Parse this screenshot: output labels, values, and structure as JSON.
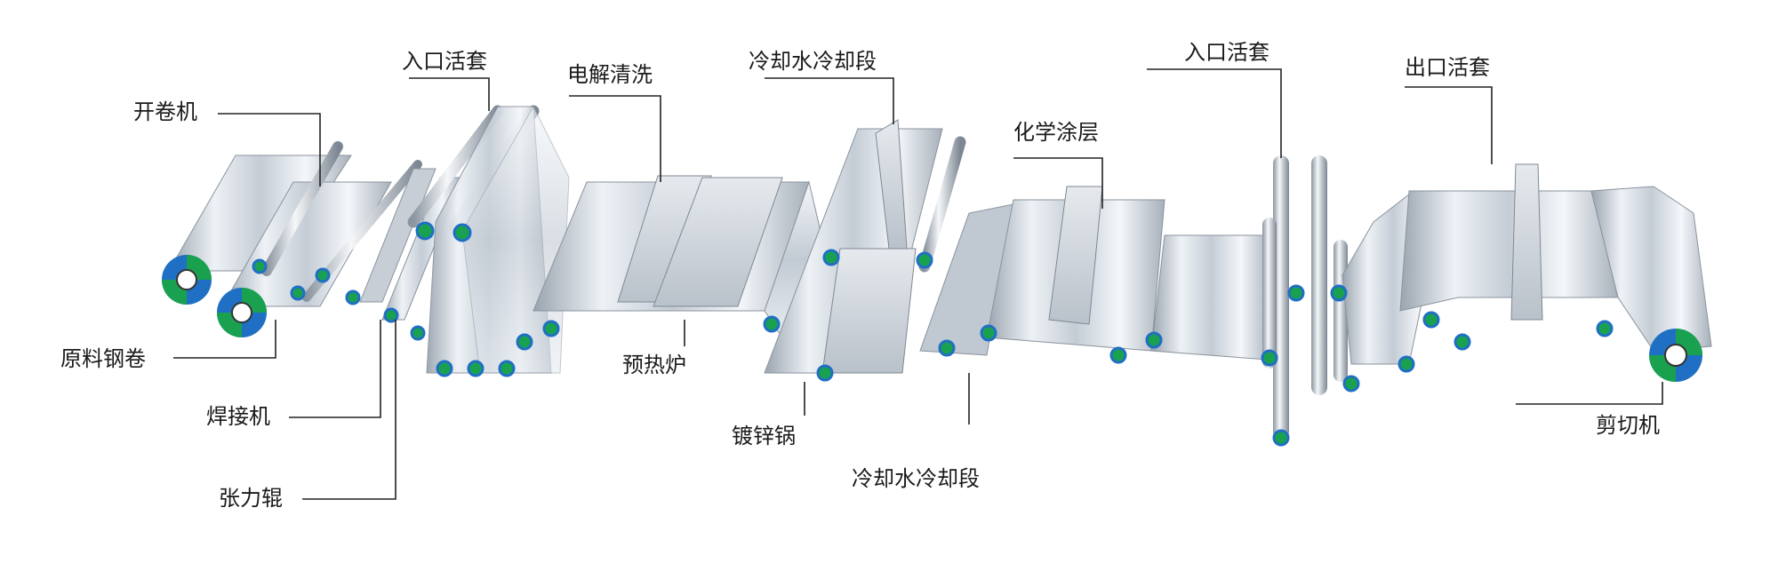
{
  "labels": {
    "uncoiler": "开卷机",
    "raw_coil": "原料钢卷",
    "welder": "焊接机",
    "tension_roll": "张力辊",
    "entry_looper_1": "入口活套",
    "electrolytic_cleaning": "电解清洗",
    "preheat_furnace": "预热炉",
    "water_cooling_1": "冷却水冷却段",
    "galvanizing_pot": "镀锌锅",
    "water_cooling_2": "冷却水冷却段",
    "chemical_coating": "化学涂层",
    "entry_looper_2": "入口活套",
    "exit_looper": "出口活套",
    "shear": "剪切机"
  },
  "colors": {
    "steel_light": "#f2f5f8",
    "steel_mid": "#c9d0d8",
    "steel_dark": "#8e98a4",
    "coil_green": "#1aa150",
    "coil_blue": "#1f6fc4",
    "leader": "#222222",
    "text": "#1a1a1a"
  }
}
